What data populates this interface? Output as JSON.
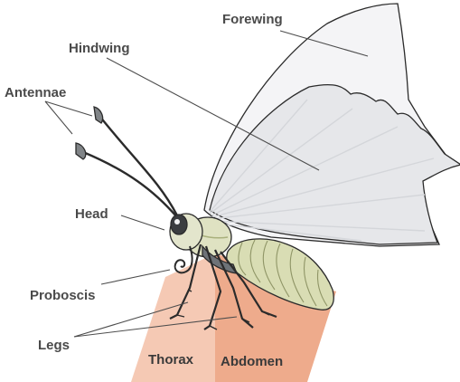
{
  "diagram": {
    "labels": {
      "forewing": "Forewing",
      "hindwing": "Hindwing",
      "antennae": "Antennae",
      "head": "Head",
      "proboscis": "Proboscis",
      "legs": "Legs",
      "thorax": "Thorax",
      "abdomen": "Abdomen"
    },
    "colors": {
      "wing_fill": "#eeeff2",
      "wing_vein": "#d4d6da",
      "body_fill": "#d9ddb4",
      "body_shade": "#a9b07c",
      "thorax_band": "#f5c9b4",
      "abdomen_band": "#eeab8c",
      "outline": "#2b2b2b",
      "label": "#4a4a4a"
    }
  }
}
